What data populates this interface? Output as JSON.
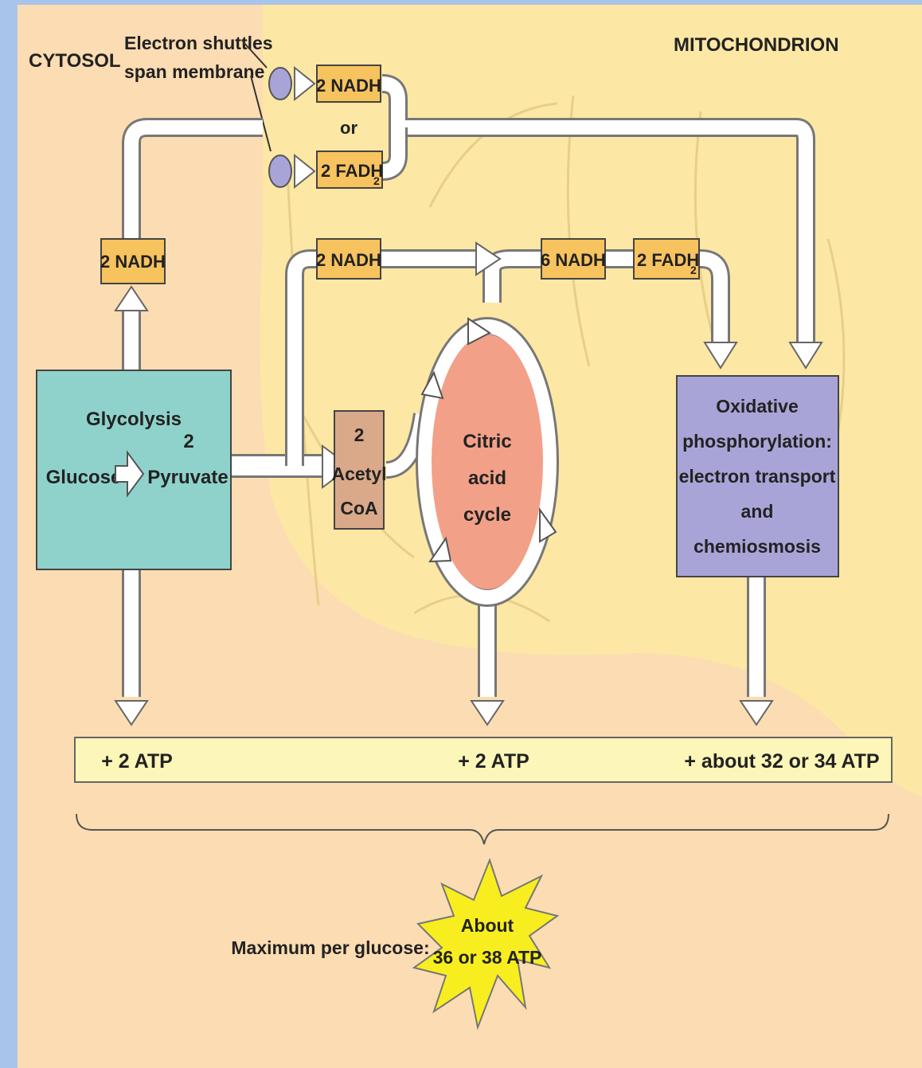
{
  "labels": {
    "cytosol": "CYTOSOL",
    "mitochondrion": "MITOCHONDRION",
    "shuttles_line1": "Electron shuttles",
    "shuttles_line2": "span membrane",
    "or": "or",
    "nadh_2": "2 NADH",
    "fadh_2": "2 FADH",
    "fadh_sub": "2",
    "nadh_6": "6 NADH",
    "glycolysis": "Glycolysis",
    "glucose": "Glucose",
    "pyruvate_num": "2",
    "pyruvate": "Pyruvate",
    "acetyl_num": "2",
    "acetyl": "Acetyl",
    "coa": "CoA",
    "citric_1": "Citric",
    "citric_2": "acid",
    "citric_3": "cycle",
    "ox_1": "Oxidative",
    "ox_2": "phosphorylation:",
    "ox_3": "electron transport",
    "ox_4": "and",
    "ox_5": "chemiosmosis",
    "atp_glycolysis": "+ 2 ATP",
    "atp_citric": "+ 2 ATP",
    "atp_oxphos": "+ about 32 or 34 ATP",
    "max_label": "Maximum per glucose:",
    "max_line1": "About",
    "max_line2": "36 or 38 ATP"
  },
  "colors": {
    "cytosol_bg": "#fcdcb2",
    "mito_bg": "#fde7a4",
    "nadh_box": "#f7c35f",
    "glycolysis_box": "#8fd2cc",
    "acetyl_box": "#d9a98a",
    "citric_fill": "#f2a088",
    "oxphos_box": "#a9a4d8",
    "atp_bar": "#fcf6b8",
    "starburst": "#f8ee1f",
    "shuttle": "#a9a4d8"
  }
}
